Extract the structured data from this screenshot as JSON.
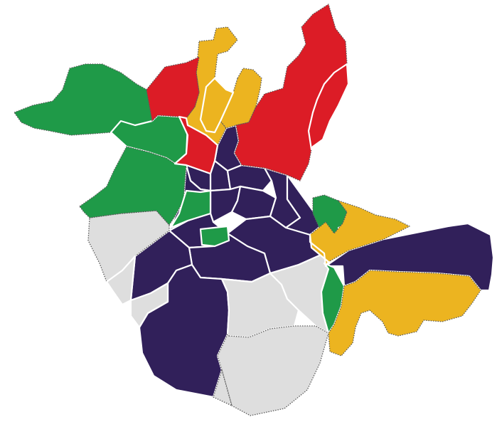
{
  "map": {
    "colors": {
      "purple": "#31205a",
      "gray": "#dedede",
      "green": "#1f9a48",
      "yellow": "#ecb420",
      "red": "#dc1c26"
    },
    "regions": [
      {
        "id": "region-1",
        "color": "purple"
      },
      {
        "id": "region-2",
        "color": "purple"
      },
      {
        "id": "region-3",
        "color": "purple"
      },
      {
        "id": "region-4",
        "color": "purple"
      },
      {
        "id": "region-5",
        "color": "purple"
      },
      {
        "id": "region-6",
        "color": "purple"
      },
      {
        "id": "region-7",
        "color": "purple"
      },
      {
        "id": "region-8",
        "color": "purple"
      },
      {
        "id": "region-9",
        "color": "purple"
      },
      {
        "id": "region-10",
        "color": "purple"
      },
      {
        "id": "region-11",
        "color": "purple"
      },
      {
        "id": "region-12",
        "color": "purple"
      },
      {
        "id": "region-13",
        "color": "purple"
      },
      {
        "id": "region-14",
        "color": "purple"
      },
      {
        "id": "region-15",
        "color": "purple"
      },
      {
        "id": "region-16",
        "color": "gray"
      },
      {
        "id": "region-17",
        "color": "gray"
      },
      {
        "id": "region-18",
        "color": "gray"
      },
      {
        "id": "region-19",
        "color": "gray"
      },
      {
        "id": "region-20",
        "color": "gray"
      },
      {
        "id": "region-21",
        "color": "gray"
      },
      {
        "id": "region-22",
        "color": "gray"
      },
      {
        "id": "region-23",
        "color": "green"
      },
      {
        "id": "region-24",
        "color": "green"
      },
      {
        "id": "region-25",
        "color": "green"
      },
      {
        "id": "region-26",
        "color": "green"
      },
      {
        "id": "region-27",
        "color": "green"
      },
      {
        "id": "region-28",
        "color": "green"
      },
      {
        "id": "region-29",
        "color": "green"
      },
      {
        "id": "region-30",
        "color": "green"
      },
      {
        "id": "region-31",
        "color": "yellow"
      },
      {
        "id": "region-32",
        "color": "yellow"
      },
      {
        "id": "region-33",
        "color": "yellow"
      },
      {
        "id": "region-34",
        "color": "yellow"
      },
      {
        "id": "region-35",
        "color": "yellow"
      },
      {
        "id": "region-36",
        "color": "yellow"
      },
      {
        "id": "region-37",
        "color": "red"
      },
      {
        "id": "region-38",
        "color": "red"
      },
      {
        "id": "region-39",
        "color": "red"
      },
      {
        "id": "region-40",
        "color": "red"
      }
    ]
  }
}
